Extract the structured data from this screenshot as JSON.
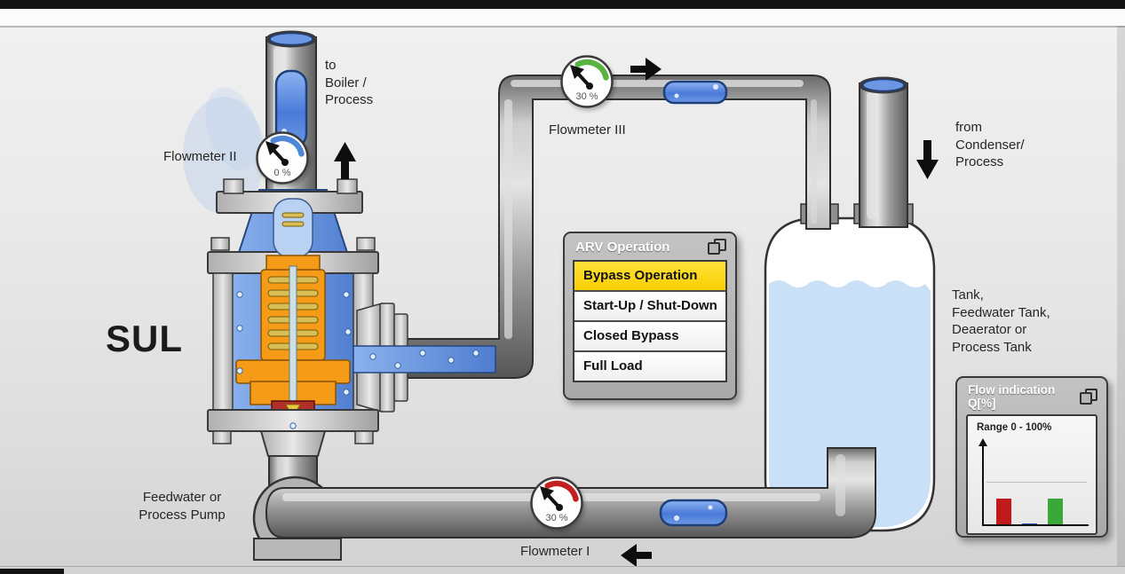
{
  "labels": {
    "valve": "SUL",
    "to_boiler": "to\nBoiler /\nProcess",
    "from_condenser": "from\nCondenser/\nProcess",
    "tank": "Tank,\nFeedwater Tank,\nDeaerator or\nProcess Tank",
    "pump": "Feedwater or\nProcess Pump"
  },
  "flowmeters": {
    "f1": {
      "label": "Flowmeter I",
      "value": "30 %",
      "arc_color": "#c42020"
    },
    "f2": {
      "label": "Flowmeter II",
      "value": "0 %",
      "arc_color": "#4e86d8"
    },
    "f3": {
      "label": "Flowmeter III",
      "value": "30 %",
      "arc_color": "#58b343"
    }
  },
  "arv_panel": {
    "title": "ARV Operation",
    "window_icon": "overlapping-windows-icon",
    "items": [
      {
        "label": "Bypass Operation",
        "active": true
      },
      {
        "label": "Start-Up / Shut-Down",
        "active": false
      },
      {
        "label": "Closed Bypass",
        "active": false
      },
      {
        "label": "Full Load",
        "active": false
      }
    ],
    "active_color": "#ffd800"
  },
  "flow_panel": {
    "title": "Flow indication Q[%]",
    "range_label": "Range 0 - 100%"
  },
  "chart_data": {
    "type": "bar",
    "title": "Flow indication Q[%]",
    "categories": [
      "Flowmeter I",
      "Flowmeter II",
      "Flowmeter III"
    ],
    "values": [
      30,
      1,
      30
    ],
    "colors": [
      "#c01a1a",
      "#2a52b0",
      "#3aa93a"
    ],
    "ylabel": "Q [%]",
    "ylim": [
      0,
      100
    ],
    "gridlines": [
      50
    ],
    "legend": false
  }
}
